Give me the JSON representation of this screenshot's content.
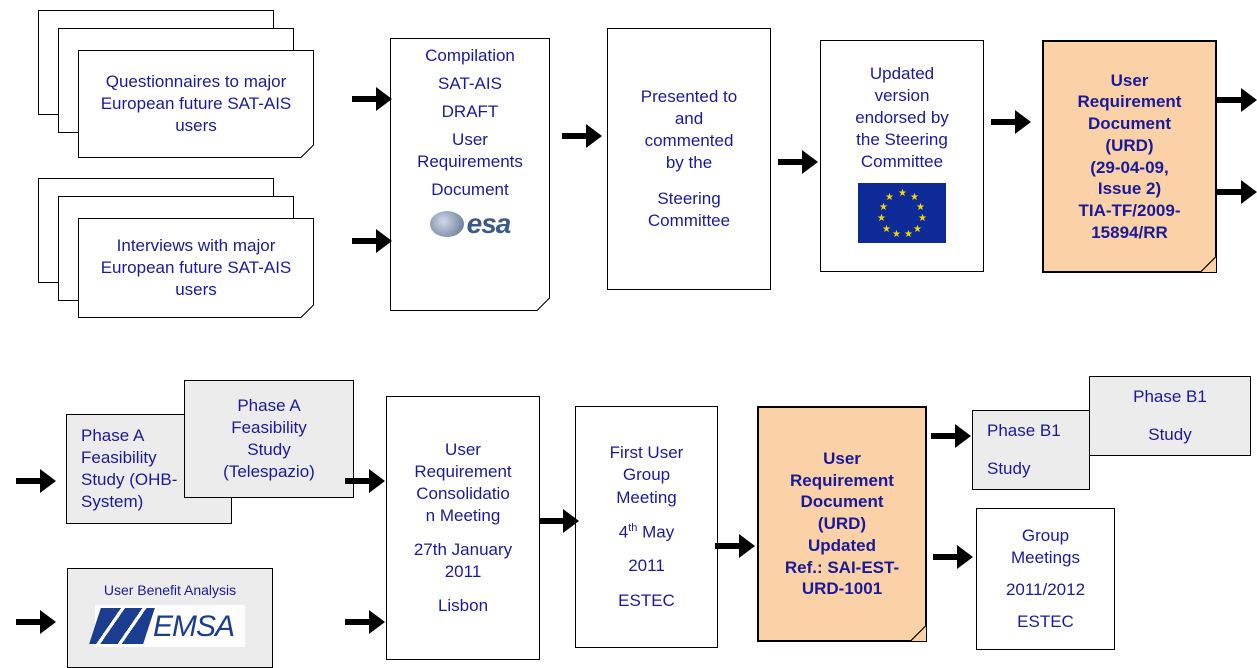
{
  "row1": {
    "questionnaires": "Questionnaires to major European future SAT-AIS users",
    "interviews": "Interviews with major European future SAT-AIS users",
    "compilation": [
      "Compilation",
      "SAT-AIS",
      "DRAFT",
      "User",
      "Requirements",
      "Document"
    ],
    "esa_logo_text": "esa",
    "presented": [
      "Presented to",
      "and",
      "commented",
      "by the",
      "Steering",
      "Committee"
    ],
    "updated": "Updated version endorsed by the Steering Committee",
    "urd": [
      "User",
      "Requirement",
      "Document",
      "(URD)",
      "(29-04-09,",
      "Issue 2)",
      "TIA-TF/2009-",
      "15894/RR"
    ]
  },
  "row2": {
    "phase_a_ohb": "Phase A Feasibility Study (OHB-System)",
    "phase_a_telespazio": "Phase A Feasibility Study (Telespazio)",
    "benefit": "User Benefit Analysis",
    "emsa_logo_text": "EMSA",
    "consolidation": [
      "User",
      "Requirement",
      "Consolidatio",
      "n Meeting",
      "27th January",
      "2011",
      "Lisbon"
    ],
    "first_meeting": [
      "First User",
      "Group",
      "Meeting",
      "4",
      "th",
      " May",
      "2011",
      "ESTEC"
    ],
    "urd_updated": [
      "User",
      "Requirement",
      "Document",
      "(URD)",
      "Updated",
      "Ref.: SAI-EST-",
      "URD-1001"
    ],
    "phase_b1_front": [
      "Phase B1",
      "Study"
    ],
    "phase_b1_back": [
      "Phase B1",
      "Study"
    ],
    "group_meetings": [
      "Group",
      "Meetings",
      "2011/2012",
      "ESTEC"
    ]
  }
}
